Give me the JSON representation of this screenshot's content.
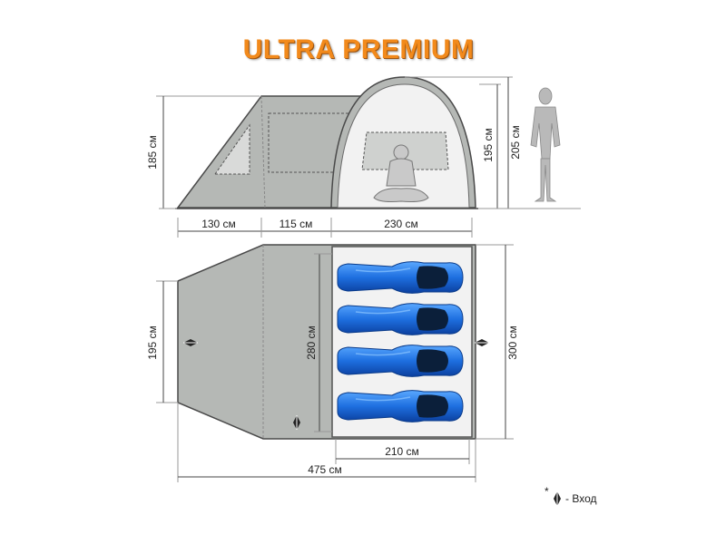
{
  "title": "ULTRA PREMIUM",
  "colors": {
    "title": "#f28a1c",
    "tent_body": "#b5b8b5",
    "tent_outline": "#4a4a4a",
    "inner_tent": "#f2f2f2",
    "sleeping_bag": "#1e6fe0"
  },
  "side_view": {
    "height_vestibule": "185 см",
    "height_inner": "195 см",
    "height_total": "205 см",
    "icons": [
      "seated-person-icon",
      "standing-person-icon"
    ]
  },
  "top_view": {
    "dim_vestibule_front": "130 см",
    "dim_vestibule_back": "115 см",
    "dim_inner_length": "230 см",
    "dim_front_width": "195 см",
    "dim_inner_width": "280 см",
    "dim_total_width": "300 см",
    "dim_bed_length": "210 см",
    "dim_total_length": "475 см",
    "sleeping_bag_count": 4
  },
  "legend": {
    "marker": "*",
    "label": "- Вход",
    "icon": "entrance-icon"
  }
}
